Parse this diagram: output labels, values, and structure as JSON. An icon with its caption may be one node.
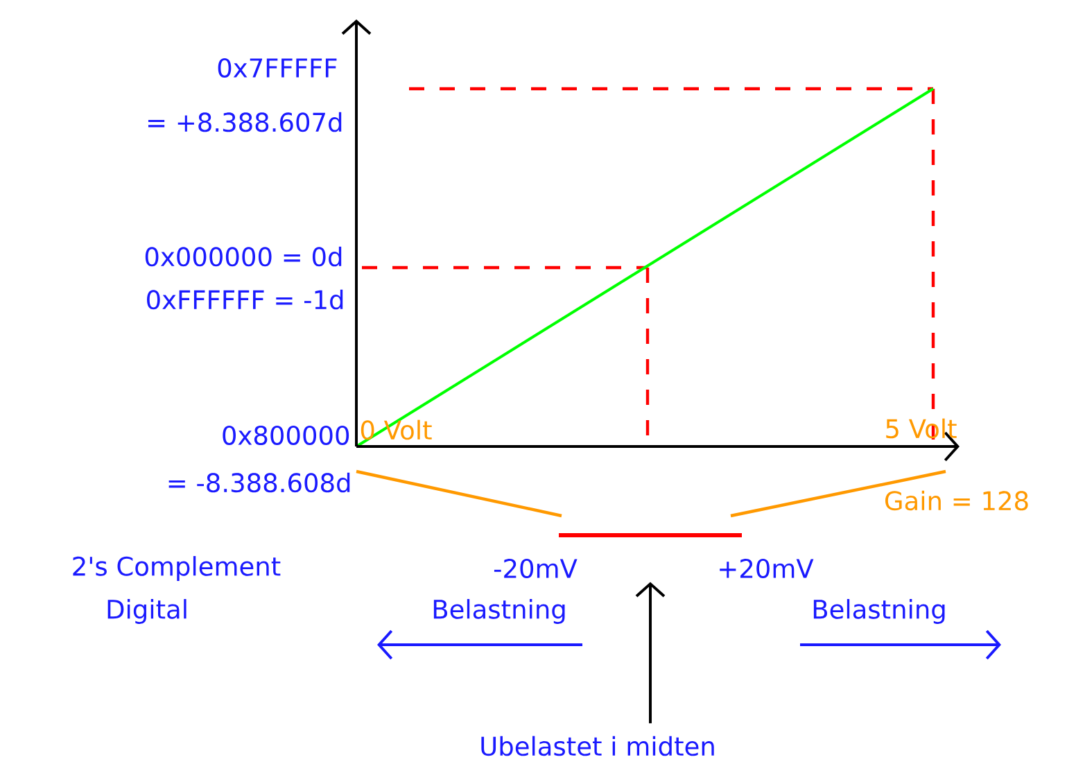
{
  "diagram": {
    "nodes": [
      {
        "text": [
          "Ubelastet i midten"
        ]
      },
      {
        "text": [],
        "shape": "bar"
      }
    ],
    "edges": [
      {
        "from": 0,
        "to": 1,
        "arrow": "to"
      }
    ],
    "labels": [
      "0x7FFFFF",
      "= +8.388.607d",
      "0x000000 = 0d",
      "0xFFFFFF = -1d",
      "0x800000",
      "= -8.388.608d",
      "0 Volt",
      "5 Volt",
      "Gain = 128",
      "2's Complement",
      "Digital",
      "-20mV",
      "+20mV",
      "Belastning",
      "Belastning"
    ]
  }
}
